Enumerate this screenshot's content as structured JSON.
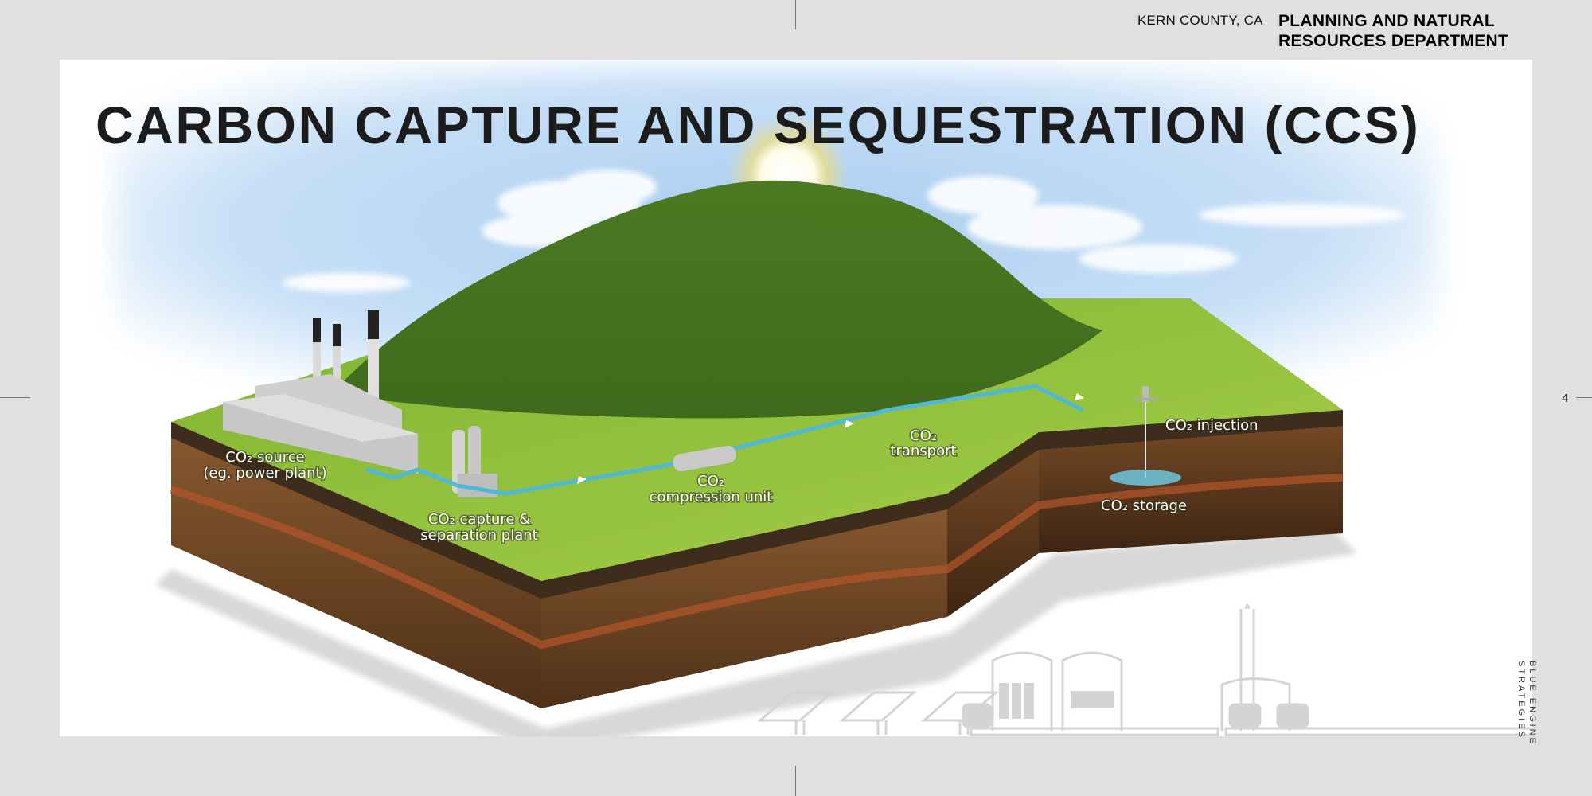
{
  "header": {
    "county": "KERN COUNTY, CA",
    "department_line1": "PLANNING AND NATURAL",
    "department_line2": "RESOURCES DEPARTMENT"
  },
  "slide": {
    "title": "CARBON CAPTURE AND SEQUESTRATION (CCS)",
    "page_number": "4",
    "brand_line1": "BLUE ENGINE",
    "brand_line2": "STRATEGIES"
  },
  "diagram": {
    "labels": {
      "source_line1": "CO₂ source",
      "source_line2": "(eg. power plant)",
      "capture_line1": "CO₂ capture &",
      "capture_line2": "separation plant",
      "compression_line1": "CO₂",
      "compression_line2": "compression unit",
      "transport_line1": "CO₂",
      "transport_line2": "transport",
      "injection": "CO₂ injection",
      "storage": "CO₂ storage"
    },
    "colors": {
      "grass": "#8bbf3a",
      "hill": "#4f7a22",
      "soil": "#7a4f2a",
      "soil_dark": "#3e2a18",
      "pipeline": "#4fb8d8",
      "sky": "#a9cdf0"
    }
  }
}
